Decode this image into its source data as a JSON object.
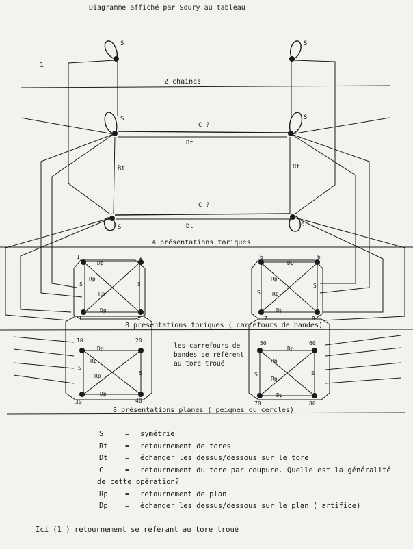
{
  "page": {
    "title": "Diagramme affiché par Soury au tableau",
    "page_marker": "1"
  },
  "bands": {
    "b1": "2 chaînes",
    "b2": "4 présentations toriques",
    "b3": "8 présentations toriques ( carrefours de bandes)",
    "b4": "8 présentations planes ( peignes ou cercles)"
  },
  "labels": {
    "S": "S",
    "C": "C ?",
    "Dt": "Dt",
    "Rt": "Rt",
    "Dp": "Dp",
    "Rp": "Rp",
    "n1": "1",
    "n2": "2",
    "n3": "3",
    "n4": "4",
    "n6a": "6",
    "n6b": "6",
    "n7": "7",
    "n8": "8",
    "n10": "10",
    "n20": "20",
    "n30": "30",
    "n40": "40",
    "n50": "50",
    "n60": "60",
    "n70": "70",
    "n80": "80"
  },
  "note": {
    "line1": "les carrefours de",
    "line2": "bandes se réfèrent",
    "line3": "au tore troué"
  },
  "legend": [
    {
      "symbol": "S",
      "eq": "=",
      "text": "symétrie"
    },
    {
      "symbol": "Rt",
      "eq": "=",
      "text": "retournement de tores"
    },
    {
      "symbol": "Dt",
      "eq": "=",
      "text": "échanger les dessus/dessous sur le tore"
    },
    {
      "symbol": "C",
      "eq": "=",
      "text": "retournement du tore par coupure. Quelle est la généralité"
    }
  ],
  "legend_cont": "de cette opération?",
  "legend2": [
    {
      "symbol": "Rp",
      "eq": "=",
      "text": "retournement de plan"
    },
    {
      "symbol": "Dp",
      "eq": "=",
      "text": "échanger les dessus/dessous sur le plan ( artifice)"
    }
  ],
  "footnote": "Ici (1 ) retournement se référant au tore troué"
}
